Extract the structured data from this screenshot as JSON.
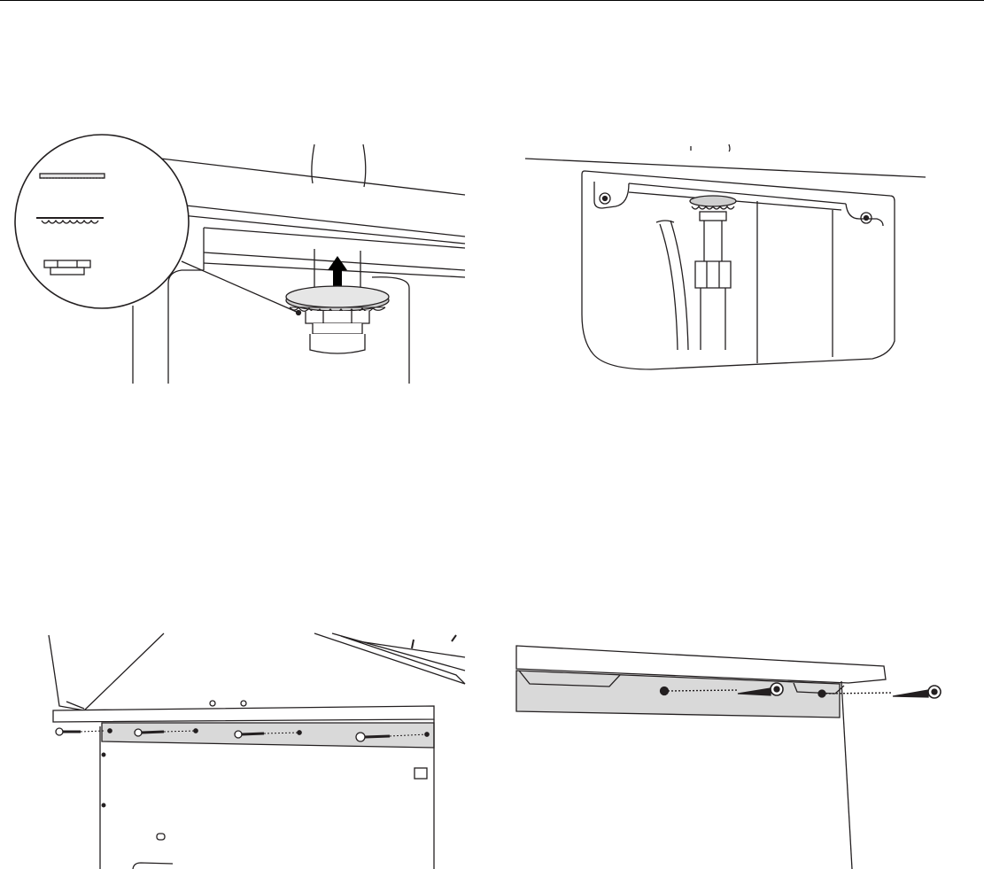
{
  "page": {
    "background": "#ffffff",
    "line_color": "#231f20",
    "bracket_fill": "#d9d9d9",
    "washer_fill": "#cfcfcf"
  },
  "illustrations": [
    {
      "id": "fitting-with-washers-inset",
      "icons": [
        "magnifier-inset-icon",
        "up-arrow-icon",
        "flat-washer-icon",
        "lock-washer-icon",
        "hex-nut-icon"
      ]
    },
    {
      "id": "fitting-installed-in-bracket",
      "icons": [
        "hose-icon",
        "screw-head-icon"
      ]
    },
    {
      "id": "bracket-screws-front",
      "icons": [
        "screw-icon"
      ]
    },
    {
      "id": "bracket-screws-side",
      "icons": [
        "screw-icon"
      ]
    }
  ]
}
